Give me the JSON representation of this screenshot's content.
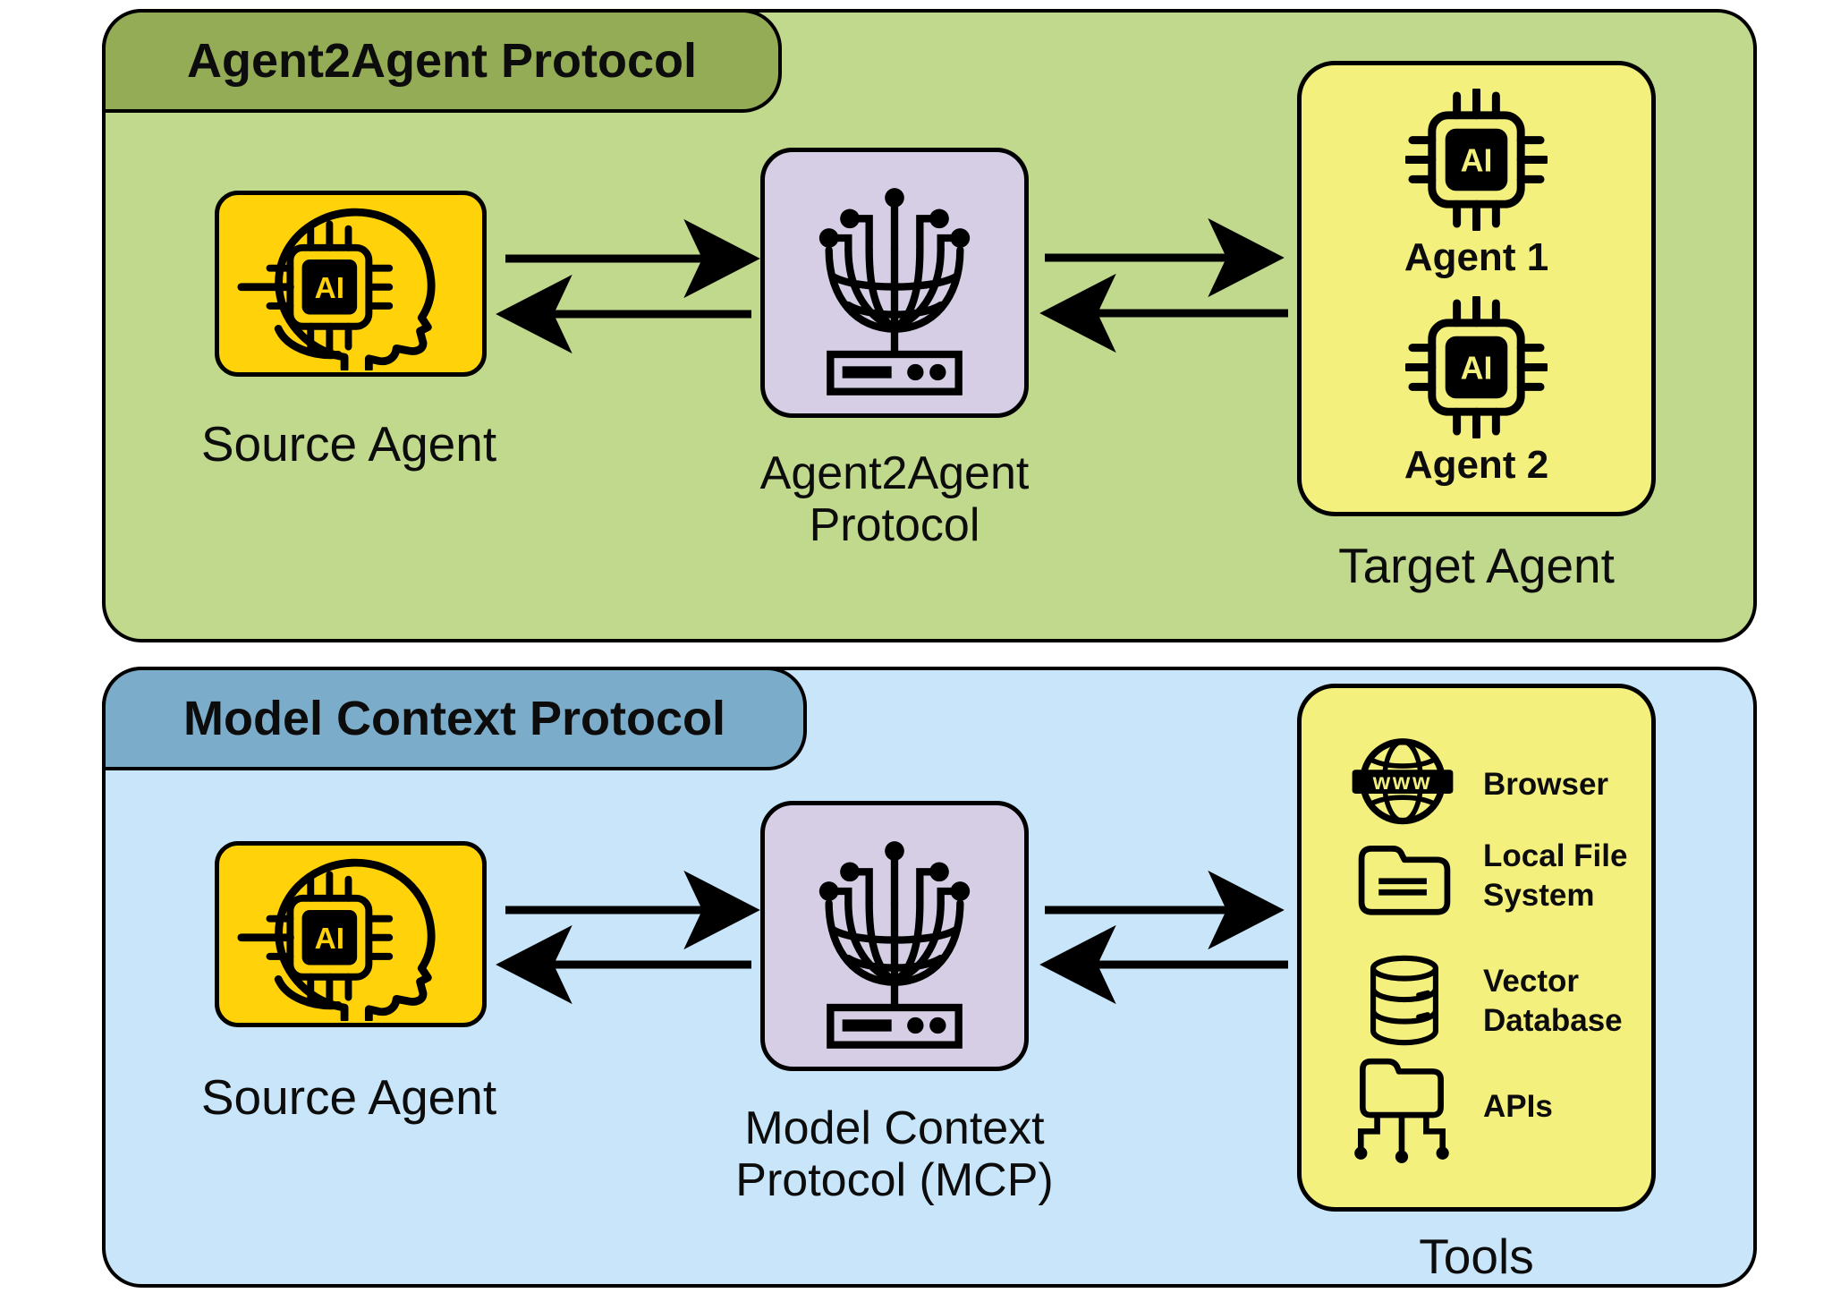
{
  "a2a": {
    "tab_title": "Agent2Agent Protocol",
    "source_label": "Source Agent",
    "hub_label_line1": "Agent2Agent",
    "hub_label_line2": "Protocol",
    "target_label": "Target Agent",
    "agent1_label": "Agent 1",
    "agent2_label": "Agent 2"
  },
  "mcp": {
    "tab_title": "Model Context Protocol",
    "source_label": "Source Agent",
    "hub_label_line1": "Model Context",
    "hub_label_line2": "Protocol (MCP)",
    "tools_label": "Tools",
    "tools": [
      {
        "lines": [
          "Browser"
        ]
      },
      {
        "lines": [
          "Local File",
          "System"
        ]
      },
      {
        "lines": [
          "Vector",
          "Database"
        ]
      },
      {
        "lines": [
          "APIs"
        ]
      }
    ]
  },
  "icons": {
    "chip_text": "AI",
    "www_text": "www",
    "list": [
      "ai-head-icon",
      "network-hub-icon",
      "ai-chip-icon",
      "globe-www-icon",
      "folder-icon",
      "database-icon",
      "folder-network-icon",
      "arrow-icon"
    ]
  },
  "edges": [
    {
      "from": "source-agent-a2a",
      "to": "a2a-hub",
      "direction": "both"
    },
    {
      "from": "a2a-hub",
      "to": "target-agent",
      "direction": "both"
    },
    {
      "from": "source-agent-mcp",
      "to": "mcp-hub",
      "direction": "both"
    },
    {
      "from": "mcp-hub",
      "to": "tools",
      "direction": "both"
    }
  ],
  "colors": {
    "a2a_panel": "#c0d98c",
    "a2a_tab": "#95ac56",
    "mcp_panel": "#c8e5f9",
    "mcp_tab": "#7bacca",
    "agent_box": "#ffd20a",
    "hub_box": "#d6cee4",
    "light_box": "#f4f07e",
    "outline": "#000000"
  }
}
